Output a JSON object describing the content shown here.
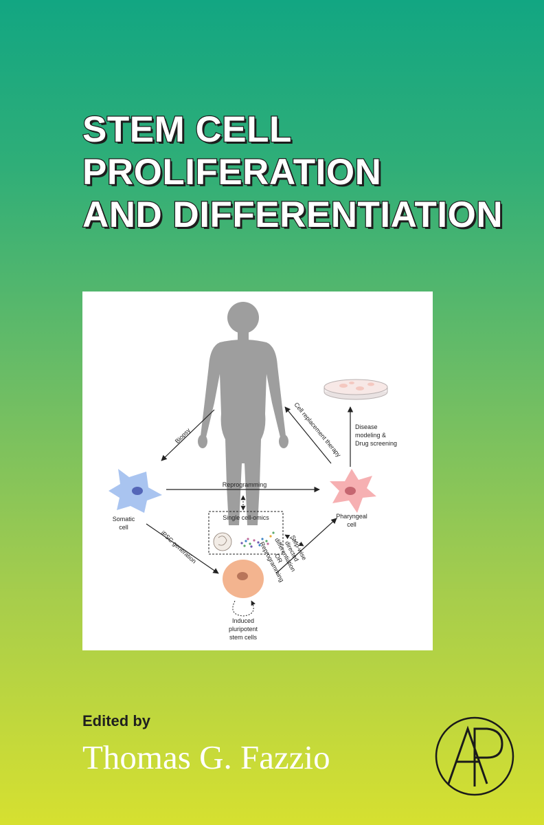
{
  "title_lines": [
    "STEM CELL",
    "PROLIFERATION",
    "AND DIFFERENTIATION"
  ],
  "figure": {
    "biopsy": "Biopsy",
    "cell_replacement": "Cell replacement therapy",
    "disease_modeling": [
      "Disease",
      "modeling &",
      "Drug screening"
    ],
    "reprogramming": "Reprogramming",
    "somatic_cell": [
      "Somatic",
      "cell"
    ],
    "pharyngeal_cell": [
      "Pharyngeal",
      "cell"
    ],
    "single_cell_omics": "Single cell-omics",
    "ipsc_generation": "iPSC generation",
    "stepwise": [
      "Step-wise",
      "directed",
      "differentiation",
      "OR",
      "Reprogramming"
    ],
    "ipsc": [
      "Induced",
      "pluripotent",
      "stem cells"
    ]
  },
  "editor": {
    "label": "Edited by",
    "name": "Thomas G. Fazzio"
  },
  "publisher": {
    "logo_letters": "AP"
  },
  "colors": {
    "gradient_top": "#12a682",
    "gradient_bottom": "#d6e030",
    "somatic_cell": "#a9c4f0",
    "pharyngeal_cell": "#f6b0b2",
    "ipsc": "#f3b48f",
    "human_silhouette": "#9e9e9e"
  }
}
